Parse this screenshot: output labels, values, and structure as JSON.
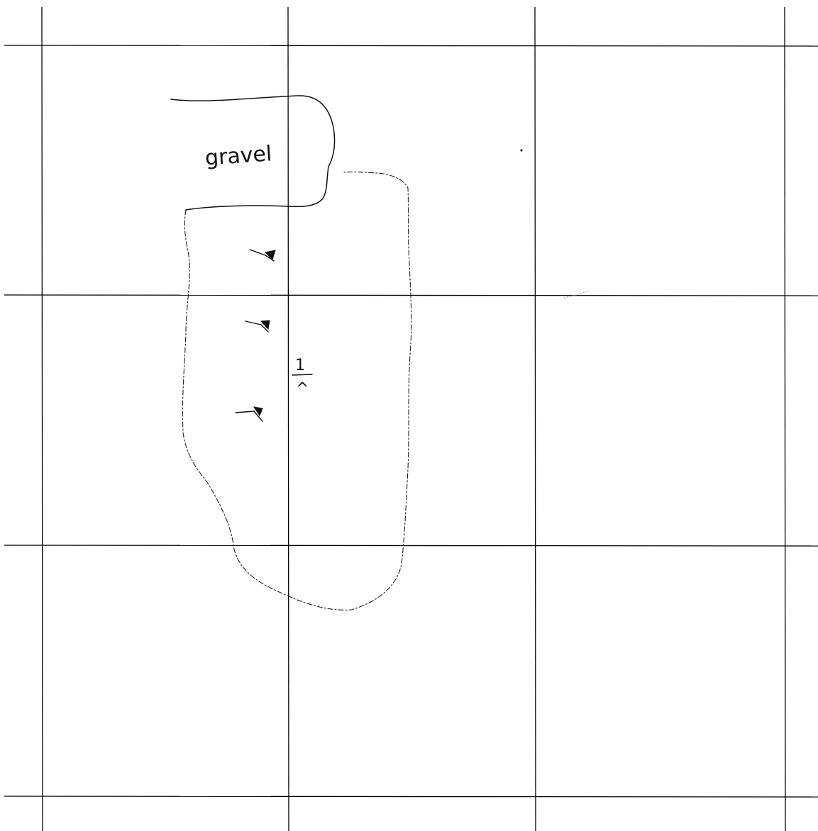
{
  "sketch": {
    "region_label": "gravel",
    "fraction_numerator": "1",
    "fraction_denominator": "^",
    "marsh_symbol_count": 3,
    "colors": {
      "ink": "#111111",
      "grid": "#000000",
      "paper": "#ffffff"
    },
    "icons": {
      "marsh_symbol": "marsh-tuft-icon"
    }
  }
}
